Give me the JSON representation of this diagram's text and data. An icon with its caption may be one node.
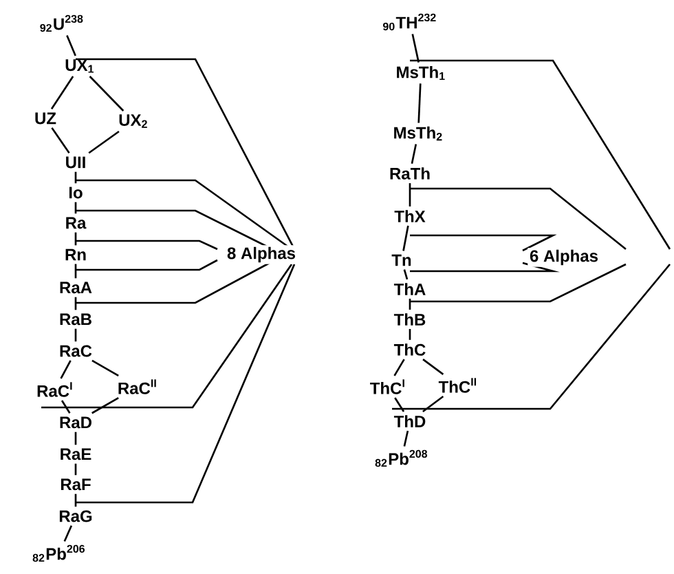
{
  "diagram": {
    "nodes": [
      {
        "text": [
          "$_{92}$U$^{238}$"
        ]
      },
      {
        "text": [
          "UX$_{1}$"
        ]
      },
      {
        "text": [
          "UZ"
        ]
      },
      {
        "text": [
          "UX$_{2}$"
        ]
      },
      {
        "text": [
          "UII"
        ]
      },
      {
        "text": [
          "Io"
        ]
      },
      {
        "text": [
          "Ra"
        ]
      },
      {
        "text": [
          "Rn"
        ]
      },
      {
        "text": [
          "RaA"
        ]
      },
      {
        "text": [
          "RaB"
        ]
      },
      {
        "text": [
          "RaC"
        ]
      },
      {
        "text": [
          "RaC$^{I}$"
        ]
      },
      {
        "text": [
          "RaC$^{II}$"
        ]
      },
      {
        "text": [
          "RaD"
        ]
      },
      {
        "text": [
          "RaE"
        ]
      },
      {
        "text": [
          "RaF"
        ]
      },
      {
        "text": [
          "RaG"
        ]
      },
      {
        "text": [
          "$_{82}$Pb$^{206}$"
        ]
      },
      {
        "text": [
          "$_{90}$TH$^{232}$"
        ]
      },
      {
        "text": [
          "MsTh$_{1}$"
        ]
      },
      {
        "text": [
          "MsTh$_{2}$"
        ]
      },
      {
        "text": [
          "RaTh"
        ]
      },
      {
        "text": [
          "ThX"
        ]
      },
      {
        "text": [
          "Tn"
        ]
      },
      {
        "text": [
          "ThA"
        ]
      },
      {
        "text": [
          "ThB"
        ]
      },
      {
        "text": [
          "ThC"
        ]
      },
      {
        "text": [
          "ThC$^{I}$"
        ]
      },
      {
        "text": [
          "ThC$^{II}$"
        ]
      },
      {
        "text": [
          "ThD"
        ]
      },
      {
        "text": [
          "$_{82}$Pb$^{208}$"
        ]
      }
    ],
    "edges": [
      {
        "from": 0,
        "to": 1,
        "arrow": "none"
      },
      {
        "from": 1,
        "to": 2,
        "arrow": "none"
      },
      {
        "from": 1,
        "to": 3,
        "arrow": "none"
      },
      {
        "from": 2,
        "to": 4,
        "arrow": "none"
      },
      {
        "from": 3,
        "to": 4,
        "arrow": "none"
      },
      {
        "from": 4,
        "to": 5,
        "arrow": "none"
      },
      {
        "from": 5,
        "to": 6,
        "arrow": "none"
      },
      {
        "from": 6,
        "to": 7,
        "arrow": "none"
      },
      {
        "from": 7,
        "to": 8,
        "arrow": "none"
      },
      {
        "from": 8,
        "to": 9,
        "arrow": "none"
      },
      {
        "from": 9,
        "to": 10,
        "arrow": "none"
      },
      {
        "from": 10,
        "to": 11,
        "arrow": "none"
      },
      {
        "from": 10,
        "to": 12,
        "arrow": "none"
      },
      {
        "from": 11,
        "to": 13,
        "arrow": "none"
      },
      {
        "from": 12,
        "to": 13,
        "arrow": "none"
      },
      {
        "from": 13,
        "to": 14,
        "arrow": "none"
      },
      {
        "from": 14,
        "to": 15,
        "arrow": "none"
      },
      {
        "from": 15,
        "to": 16,
        "arrow": "none"
      },
      {
        "from": 16,
        "to": 17,
        "arrow": "none"
      },
      {
        "from": 18,
        "to": 19,
        "arrow": "none"
      },
      {
        "from": 19,
        "to": 20,
        "arrow": "none"
      },
      {
        "from": 20,
        "to": 21,
        "arrow": "none"
      },
      {
        "from": 21,
        "to": 22,
        "arrow": "none"
      },
      {
        "from": 22,
        "to": 23,
        "arrow": "none"
      },
      {
        "from": 23,
        "to": 24,
        "arrow": "none"
      },
      {
        "from": 24,
        "to": 25,
        "arrow": "none"
      },
      {
        "from": 25,
        "to": 26,
        "arrow": "none"
      },
      {
        "from": 26,
        "to": 27,
        "arrow": "none"
      },
      {
        "from": 26,
        "to": 28,
        "arrow": "none"
      },
      {
        "from": 27,
        "to": 29,
        "arrow": "none"
      },
      {
        "from": 28,
        "to": 29,
        "arrow": "none"
      },
      {
        "from": 29,
        "to": 30,
        "arrow": "none"
      }
    ],
    "labels": [
      "8 Alphas",
      "6 Alphas"
    ]
  }
}
